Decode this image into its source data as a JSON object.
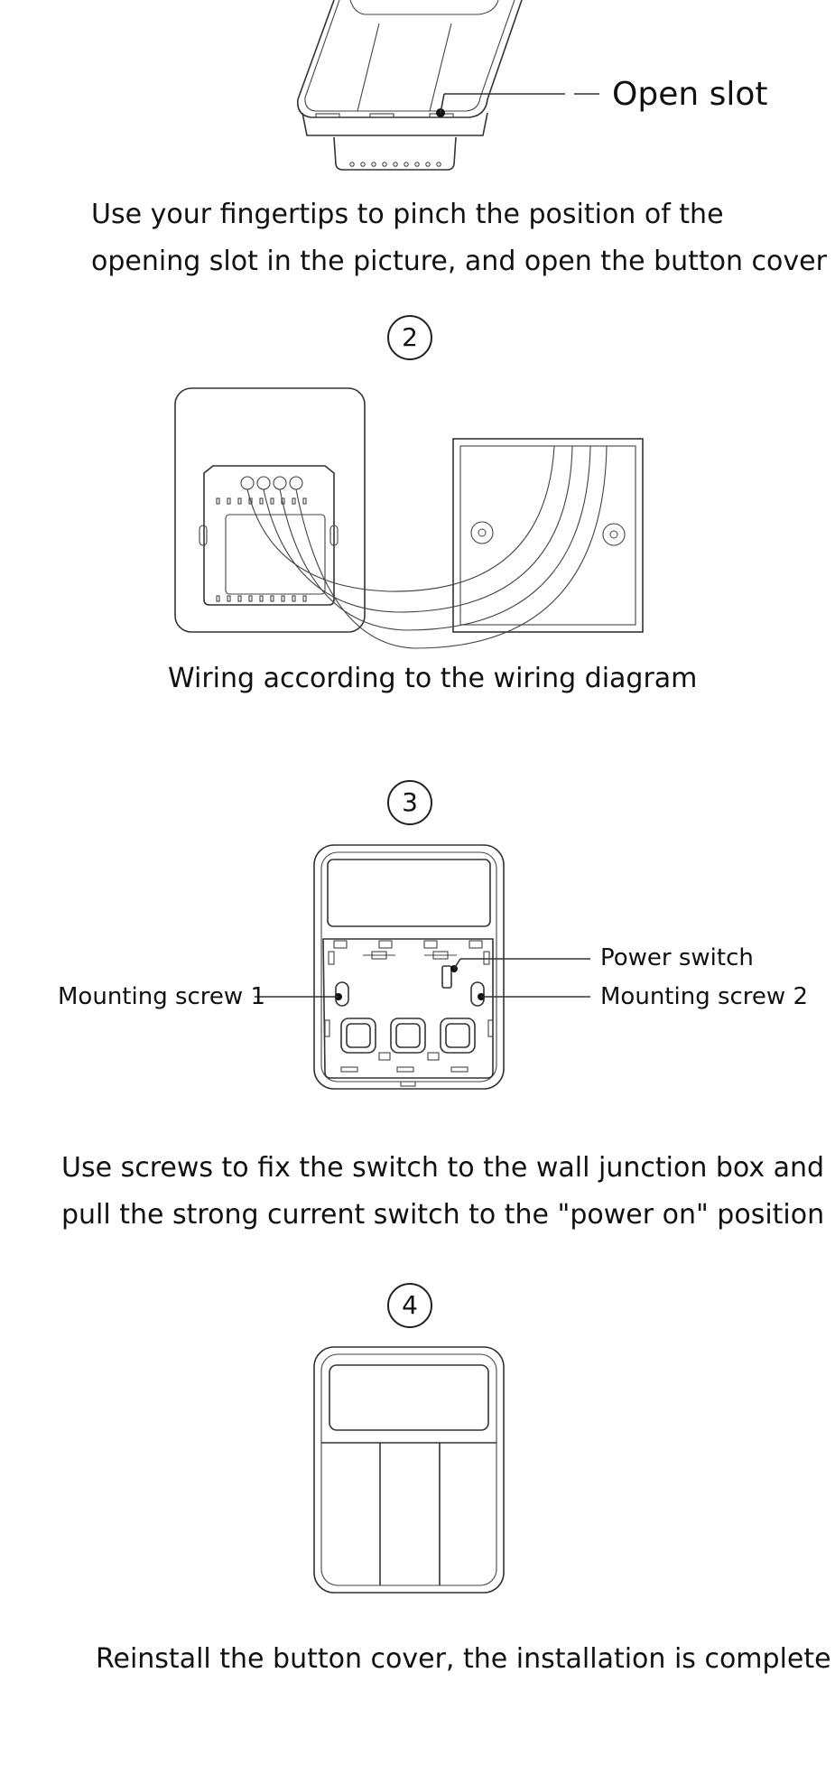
{
  "step1": {
    "callout_label": "Open slot",
    "instruction": [
      "Use your fingertips to pinch the position of the",
      "opening slot in the picture, and open the button cover"
    ]
  },
  "step2": {
    "number": "2",
    "instruction": "Wiring according to the wiring diagram"
  },
  "step3": {
    "number": "3",
    "labels": {
      "power_switch": "Power switch",
      "mounting_screw_1": "Mounting screw 1",
      "mounting_screw_2": "Mounting screw 2"
    },
    "instruction": [
      "Use screws to fix the switch to the wall junction box and",
      "pull the strong current switch to the \"power on\" position"
    ]
  },
  "step4": {
    "number": "4",
    "instruction": "Reinstall the button cover, the installation is complete"
  }
}
